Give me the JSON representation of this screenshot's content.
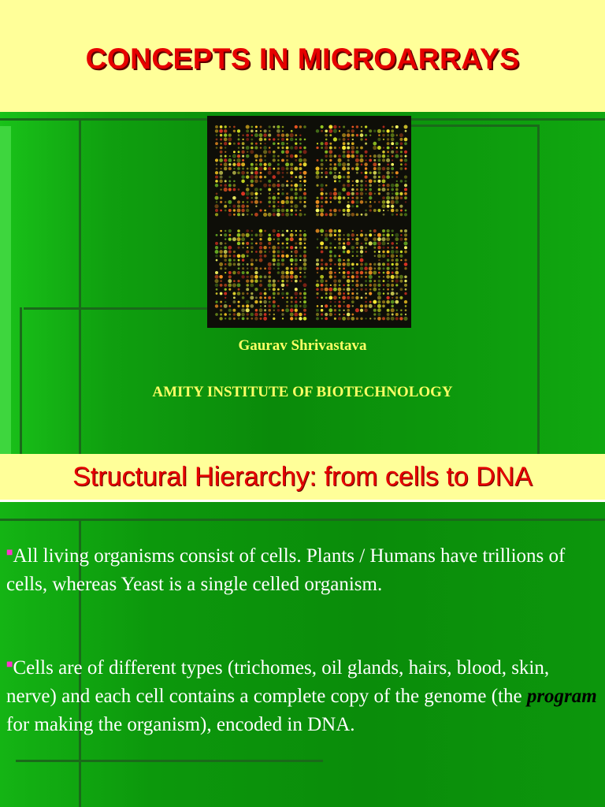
{
  "slide1": {
    "title": "CONCEPTS IN MICROARRAYS",
    "author": "Gaurav Shrivastava",
    "institute": "AMITY INSTITUTE  OF BIOTECHNOLOGY",
    "colors": {
      "title": "#e60000",
      "band": "#ffff99",
      "subtitle_text": "#ffff66",
      "background": "#0c8a0c"
    }
  },
  "slide2": {
    "heading": "Structural Hierarchy: from cells to DNA",
    "bullets": [
      {
        "text": "All living organisms consist of cells. Plants / Humans have trillions of cells, whereas Yeast is a single celled organism."
      },
      {
        "text_before": "Cells are of different types (trichomes, oil glands, hairs, blood, skin, nerve) and each cell contains a complete copy of the genome (the ",
        "emphasis": "program",
        "text_after": " for making the organism), encoded in DNA."
      }
    ],
    "colors": {
      "heading": "#e60000",
      "bullet_marker": "#ff33cc",
      "text": "#ffffff",
      "emphasis": "#000000"
    }
  }
}
